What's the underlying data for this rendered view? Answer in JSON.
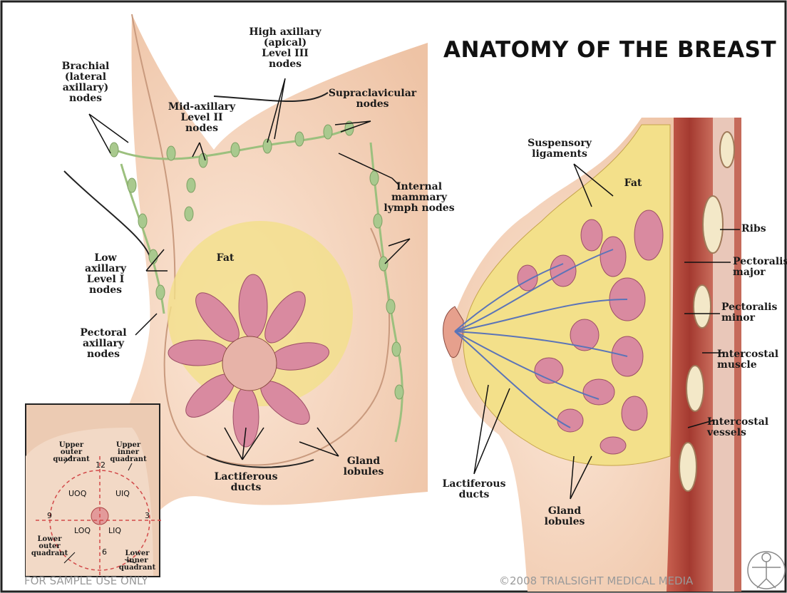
{
  "title": "ANATOMY OF THE BREAST",
  "front_view": {
    "labels": {
      "brachial": "Brachial\n(lateral\naxillary)\nnodes",
      "high_axillary": "High axillary\n(apical)\nLevel III\nnodes",
      "supraclavicular": "Supraclavicular\nnodes",
      "mid_axillary": "Mid-axillary\nLevel II\nnodes",
      "internal_mammary": "Internal\nmammary\nlymph nodes",
      "low_axillary": "Low\naxillary\nLevel I\nnodes",
      "fat": "Fat",
      "pectoral_axillary": "Pectoral\naxillary\nnodes",
      "gland_lobules": "Gland\nlobules",
      "lactiferous_ducts": "Lactiferous\nducts"
    }
  },
  "side_view": {
    "labels": {
      "suspensory": "Suspensory\nligaments",
      "fat": "Fat",
      "ribs": "Ribs",
      "pectoralis_major": "Pectoralis\nmajor",
      "pectoralis_minor": "Pectoralis\nminor",
      "intercostal_muscle": "Intercostal\nmuscle",
      "intercostal_vessels": "Intercostal\nvessels",
      "lactiferous_ducts": "Lactiferous\nducts",
      "gland_lobules": "Gland\nlobules"
    }
  },
  "inset": {
    "upper_outer": "Upper\nouter\nquadrant",
    "upper_inner": "Upper\ninner\nquadrant",
    "lower_outer": "Lower\nouter\nquadrant",
    "lower_inner": "Lower\ninner\nquadrant",
    "clock_12": "12",
    "clock_3": "3",
    "clock_6": "6",
    "clock_9": "9",
    "uoq": "UOQ",
    "uiq": "UIQ",
    "loq": "LOQ",
    "liq": "LIQ"
  },
  "footer": {
    "sample": "FOR SAMPLE USE ONLY",
    "copyright": "©2008 TRIALSIGHT MEDICAL MEDIA"
  },
  "colors": {
    "skin": "#f6d5bd",
    "lymph": "#a9c98e",
    "fat": "#f3e08a",
    "lobule": "#d98aa0",
    "muscle": "#b94a3e",
    "duct": "#5b74b8"
  }
}
